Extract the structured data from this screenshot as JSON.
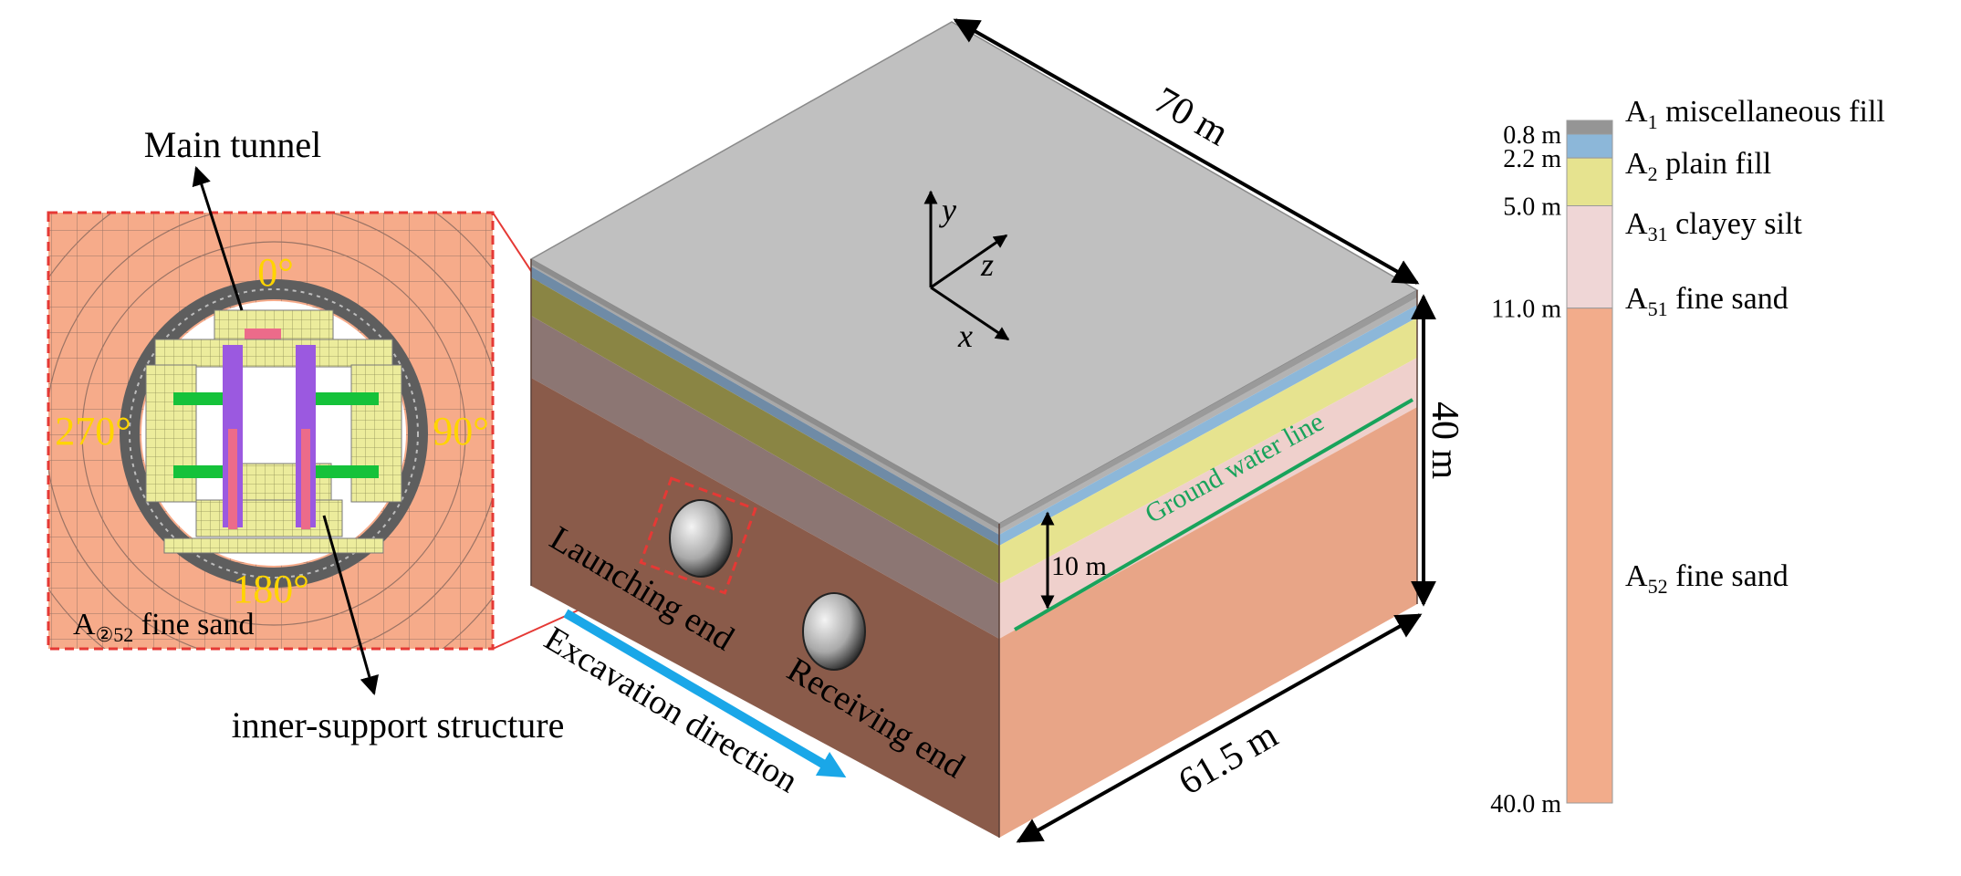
{
  "callout": {
    "main_tunnel": "Main tunnel",
    "inner_support": "inner-support structure",
    "angles": {
      "top": "0°",
      "right": "90°",
      "bottom": "180°",
      "left": "270°"
    },
    "soil_label": {
      "prefix": "A",
      "sub": "②52",
      "suffix": " fine sand"
    }
  },
  "model": {
    "dimensions": {
      "length": "70 m",
      "height": "40 m",
      "width": "61.5 m",
      "depth_10": "10 m"
    },
    "axes": {
      "y": "y",
      "z": "z",
      "x": "x"
    },
    "labels": {
      "ground_water": "Ground water line",
      "launching": "Launching end",
      "receiving": "Receiving end",
      "excavation": "Excavation direction"
    }
  },
  "strata": {
    "layers": [
      {
        "prefix": "A",
        "sub": "1",
        "name": " miscellaneous fill",
        "depth_label": "0.8 m",
        "top": 0,
        "bottom": 0.8,
        "color": "#959595"
      },
      {
        "prefix": "A",
        "sub": "2",
        "name": " plain fill",
        "depth_label": "2.2 m",
        "top": 0.8,
        "bottom": 2.2,
        "color": "#8cb7d9"
      },
      {
        "prefix": "A",
        "sub": "31",
        "name": " clayey silt",
        "depth_label": "5.0 m",
        "top": 2.2,
        "bottom": 5.0,
        "color": "#e6e38f"
      },
      {
        "prefix": "A",
        "sub": "51",
        "name": " fine sand",
        "depth_label": "11.0 m",
        "top": 5.0,
        "bottom": 11.0,
        "color": "#efd6d6"
      },
      {
        "prefix": "A",
        "sub": "52",
        "name": " fine sand",
        "depth_label": "40.0 m",
        "top": 11.0,
        "bottom": 40.0,
        "color": "#f2ac8b"
      }
    ]
  },
  "colors": {
    "callout_border": "#e53935",
    "callout_fill": "#f6ab8a",
    "angle_text": "#ffd400",
    "groundwater": "#19a35b",
    "excavation_arrow": "#1aa7e8",
    "top_face": "#c0c0c0",
    "box_front_clay": "#8a5b4a",
    "box_right_sand": "#e8a587"
  }
}
